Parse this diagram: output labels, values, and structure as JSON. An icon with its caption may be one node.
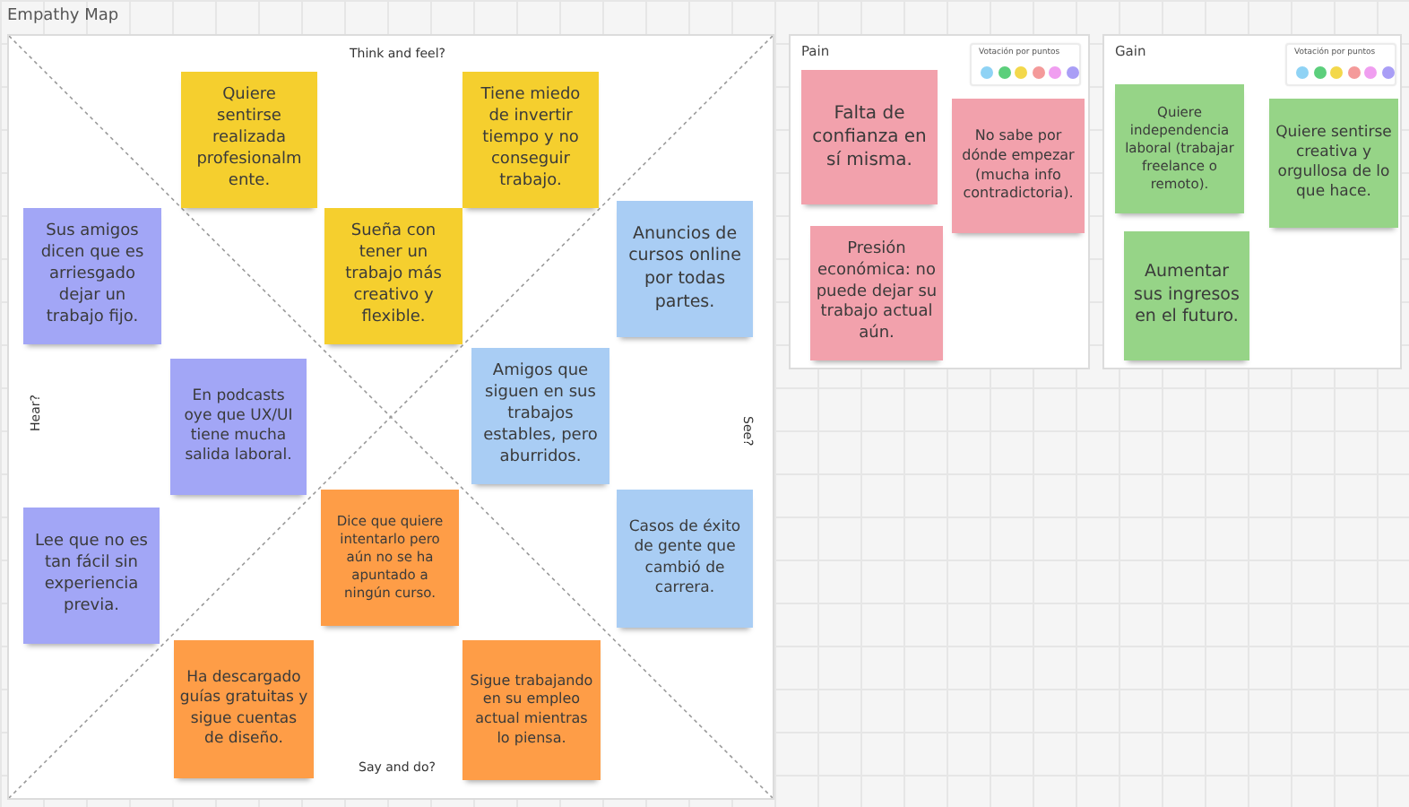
{
  "diagram": {
    "nodes": [
      {
        "text": [
          "Empathy Map"
        ]
      },
      {
        "text": [
          "Quiere sentirse realizada profesionalmente."
        ],
        "in": 0
      },
      {
        "text": [
          "Tiene miedo de invertir tiempo y no conseguir trabajo."
        ],
        "in": 0
      },
      {
        "text": [
          "Sus amigos dicen que es arriesgado dejar un trabajo fijo."
        ],
        "in": 0
      },
      {
        "text": [
          "Sueña con tener un trabajo más creativo y flexible."
        ],
        "in": 0
      },
      {
        "text": [
          "Anuncios de cursos online por todas partes."
        ],
        "in": 0
      },
      {
        "text": [
          "En podcasts oye que UX/UI tiene mucha salida laboral."
        ],
        "in": 0
      },
      {
        "text": [
          "Amigos que siguen en sus trabajos estables, pero aburridos."
        ],
        "in": 0
      },
      {
        "text": [
          "Lee que no es tan fácil sin experiencia previa."
        ],
        "in": 0
      },
      {
        "text": [
          "Dice que quiere intentarlo pero aún no se ha apuntado a ningún curso."
        ],
        "in": 0
      },
      {
        "text": [
          "Casos de éxito de gente que cambió de carrera."
        ],
        "in": 0
      },
      {
        "text": [
          "Ha descargado guías gratuitas y sigue cuentas de diseño."
        ],
        "in": 0
      },
      {
        "text": [
          "Sigue trabajando en su empleo actual mientras lo piensa."
        ],
        "in": 0
      },
      {
        "text": [
          "Pain"
        ]
      },
      {
        "text": [
          "Votación por puntos"
        ],
        "in": 13
      },
      {
        "text": [
          "Falta de confianza en sí misma."
        ],
        "in": 13
      },
      {
        "text": [
          "No sabe por dónde empezar (mucha info contradictoria)."
        ],
        "in": 13
      },
      {
        "text": [
          "Presión económica: no puede dejar su trabajo actual aún."
        ],
        "in": 13
      },
      {
        "text": [
          "Gain"
        ]
      },
      {
        "text": [
          "Votación por puntos"
        ],
        "in": 18
      },
      {
        "text": [
          "Quiere independencia laboral (trabajar freelance o remoto)."
        ],
        "in": 18
      },
      {
        "text": [
          "Quiere sentirse creativa y orgullosa de lo que hace."
        ],
        "in": 18
      },
      {
        "text": [
          "Aumentar sus ingresos en el futuro."
        ],
        "in": 18
      }
    ],
    "labels": [
      "Think and feel?",
      "Hear?",
      "See?",
      "Say and do?"
    ]
  }
}
